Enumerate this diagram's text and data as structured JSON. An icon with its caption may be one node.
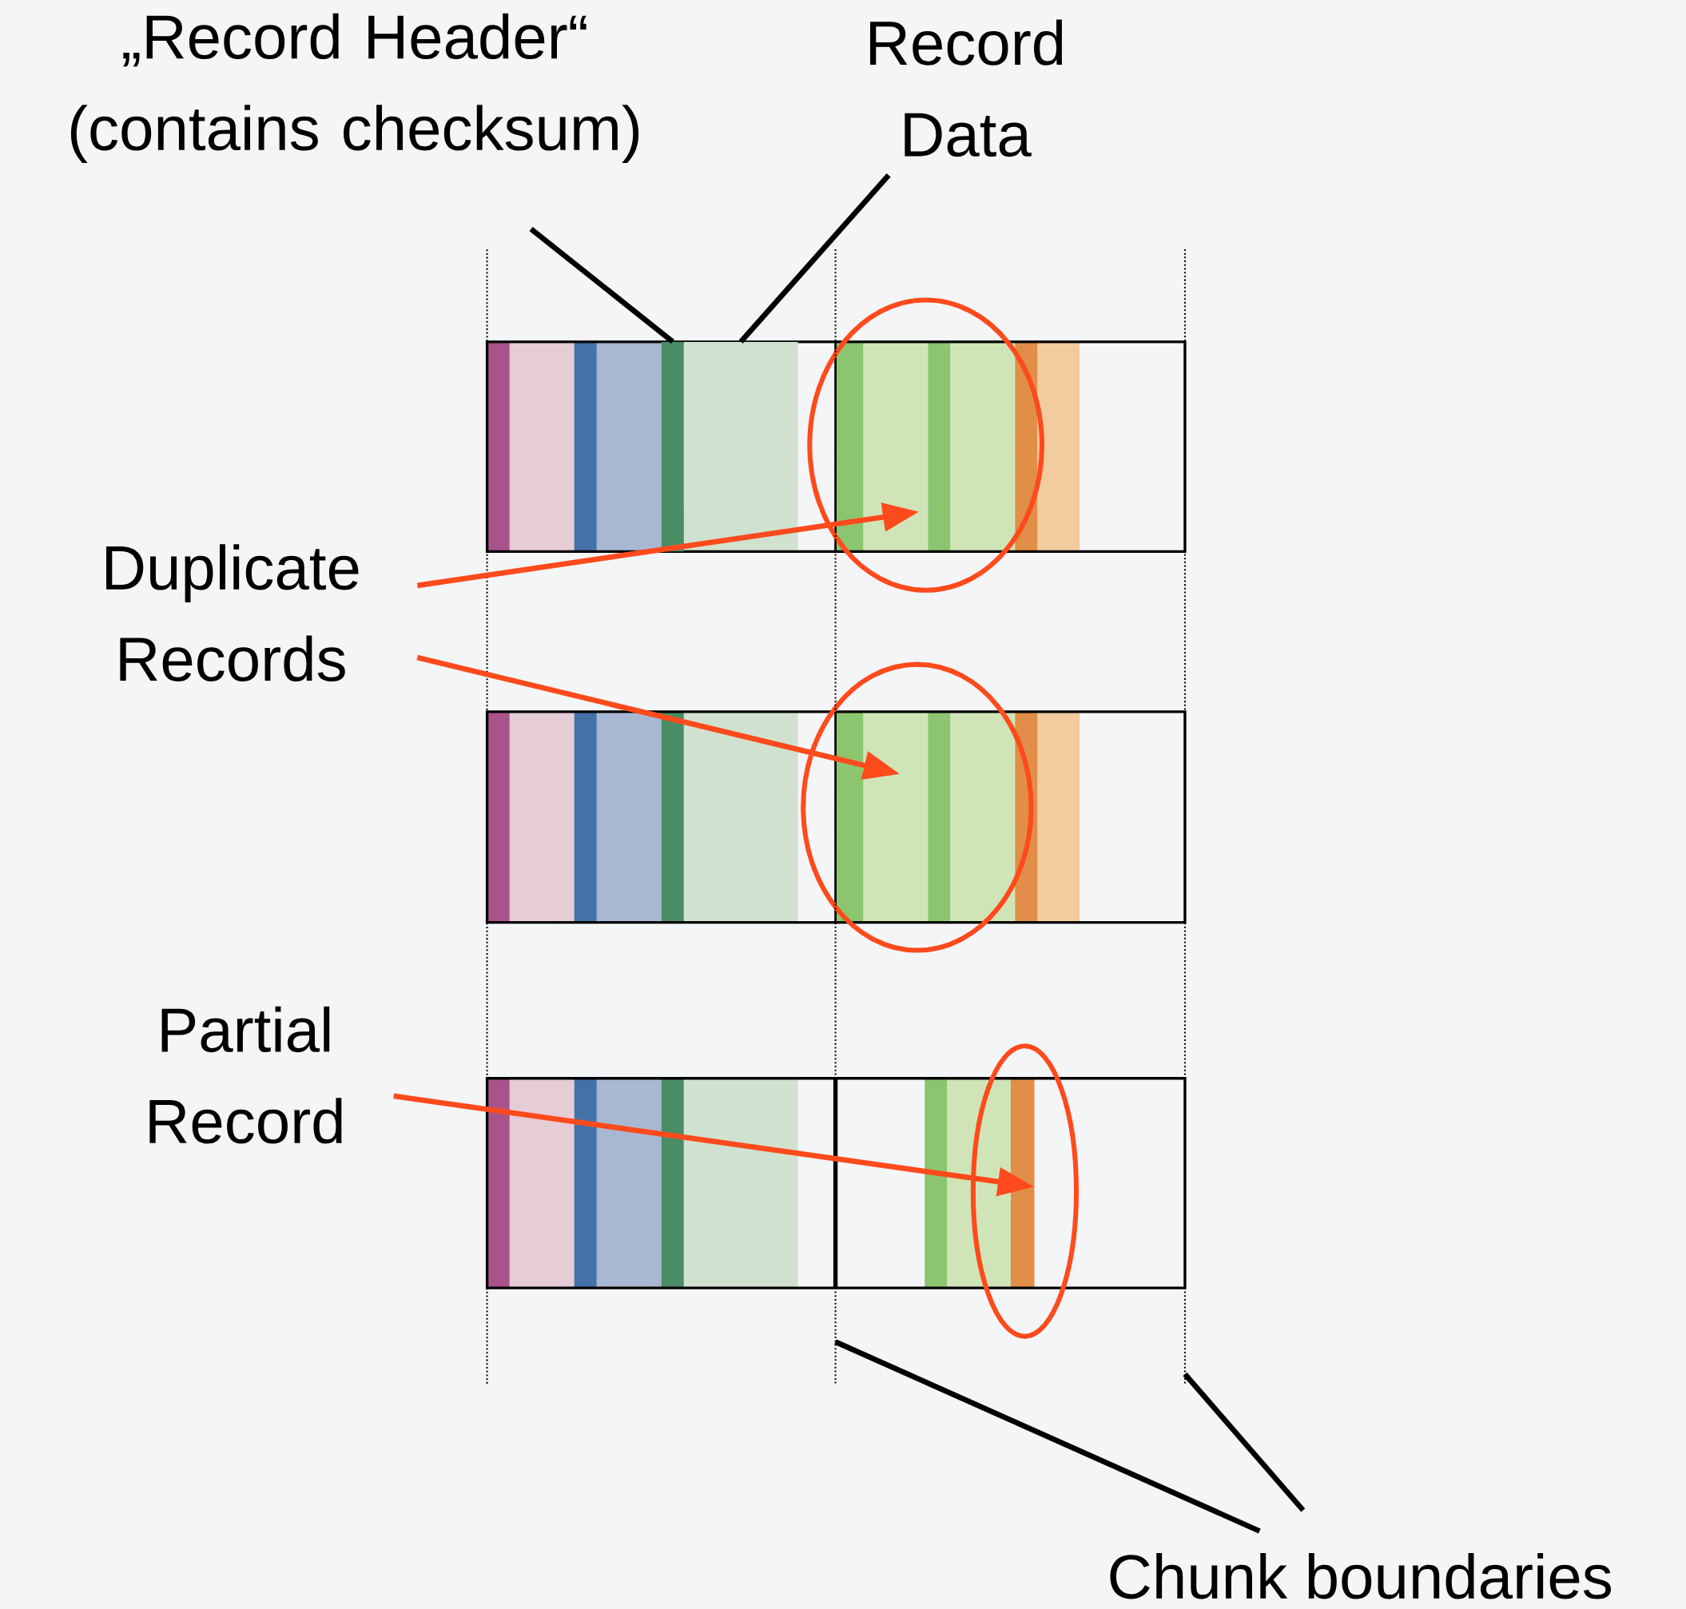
{
  "diagram": {
    "nodes": [
      {
        "text": [
          "„Record Header“ (contains checksum)"
        ]
      },
      {
        "text": [
          "Record Data"
        ]
      },
      {
        "text": [
          "Duplicate Records"
        ]
      },
      {
        "text": [
          "Partial Record"
        ]
      },
      {
        "text": [
          "Chunk boundaries"
        ]
      },
      {
        "text": [],
        "shape": "bar"
      },
      {
        "text": [],
        "shape": "bar"
      },
      {
        "text": [],
        "shape": "ellipse"
      },
      {
        "text": [],
        "shape": "ellipse"
      },
      {
        "text": [],
        "shape": "ellipse"
      },
      {
        "text": [],
        "shape": "line"
      },
      {
        "text": [],
        "shape": "line"
      }
    ],
    "edges": [
      {
        "from": 0,
        "to": 5,
        "arrow": "none"
      },
      {
        "from": 1,
        "to": 6,
        "arrow": "none"
      },
      {
        "from": 2,
        "to": 7,
        "arrow": "to",
        "color": "#ff4a1c"
      },
      {
        "from": 2,
        "to": 8,
        "arrow": "to",
        "color": "#ff4a1c"
      },
      {
        "from": 3,
        "to": 9,
        "arrow": "to",
        "color": "#ff4a1c"
      },
      {
        "from": 4,
        "to": 10,
        "arrow": "none"
      },
      {
        "from": 4,
        "to": 11,
        "arrow": "none"
      }
    ]
  }
}
